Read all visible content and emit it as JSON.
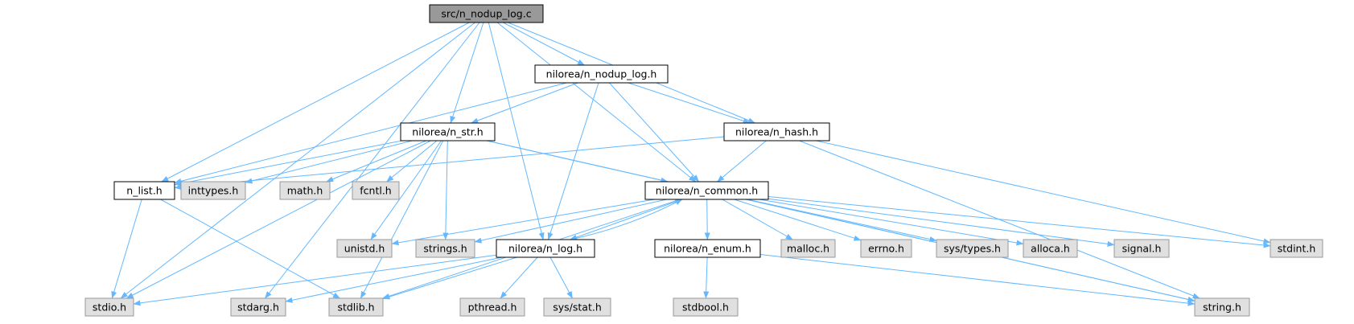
{
  "colors": {
    "edge": "#63b8ff",
    "root_fill": "#999999",
    "doc_fill": "#ffffff",
    "sys_fill": "#e0e0e0",
    "doc_border": "#000000",
    "sys_border": "#999999"
  },
  "nodes": {
    "root": {
      "label": "src/n_nodup_log.c",
      "kind": "root"
    },
    "nodup_log_h": {
      "label": "nilorea/n_nodup_log.h",
      "kind": "doc"
    },
    "n_str_h": {
      "label": "nilorea/n_str.h",
      "kind": "doc"
    },
    "n_hash_h": {
      "label": "nilorea/n_hash.h",
      "kind": "doc"
    },
    "n_list_h": {
      "label": "n_list.h",
      "kind": "doc"
    },
    "inttypes_h": {
      "label": "inttypes.h",
      "kind": "sys"
    },
    "math_h": {
      "label": "math.h",
      "kind": "sys"
    },
    "fcntl_h": {
      "label": "fcntl.h",
      "kind": "sys"
    },
    "n_common_h": {
      "label": "nilorea/n_common.h",
      "kind": "doc"
    },
    "unistd_h": {
      "label": "unistd.h",
      "kind": "sys"
    },
    "strings_h": {
      "label": "strings.h",
      "kind": "sys"
    },
    "n_log_h": {
      "label": "nilorea/n_log.h",
      "kind": "doc"
    },
    "n_enum_h": {
      "label": "nilorea/n_enum.h",
      "kind": "doc"
    },
    "malloc_h": {
      "label": "malloc.h",
      "kind": "sys"
    },
    "errno_h": {
      "label": "errno.h",
      "kind": "sys"
    },
    "sys_types_h": {
      "label": "sys/types.h",
      "kind": "sys"
    },
    "alloca_h": {
      "label": "alloca.h",
      "kind": "sys"
    },
    "signal_h": {
      "label": "signal.h",
      "kind": "sys"
    },
    "stdint_h": {
      "label": "stdint.h",
      "kind": "sys"
    },
    "stdio_h": {
      "label": "stdio.h",
      "kind": "sys"
    },
    "stdarg_h": {
      "label": "stdarg.h",
      "kind": "sys"
    },
    "stdlib_h": {
      "label": "stdlib.h",
      "kind": "sys"
    },
    "pthread_h": {
      "label": "pthread.h",
      "kind": "sys"
    },
    "sys_stat_h": {
      "label": "sys/stat.h",
      "kind": "sys"
    },
    "stdbool_h": {
      "label": "stdbool.h",
      "kind": "sys"
    },
    "string_h": {
      "label": "string.h",
      "kind": "sys"
    }
  },
  "edges": [
    [
      "root",
      "nodup_log_h"
    ],
    [
      "root",
      "n_str_h"
    ],
    [
      "root",
      "n_hash_h"
    ],
    [
      "root",
      "n_list_h"
    ],
    [
      "root",
      "n_common_h"
    ],
    [
      "root",
      "n_log_h"
    ],
    [
      "root",
      "stdio_h"
    ],
    [
      "root",
      "stdarg_h"
    ],
    [
      "nodup_log_h",
      "n_str_h"
    ],
    [
      "nodup_log_h",
      "n_hash_h"
    ],
    [
      "nodup_log_h",
      "n_list_h"
    ],
    [
      "nodup_log_h",
      "n_common_h"
    ],
    [
      "nodup_log_h",
      "n_log_h"
    ],
    [
      "n_str_h",
      "n_list_h"
    ],
    [
      "n_str_h",
      "inttypes_h"
    ],
    [
      "n_str_h",
      "math_h"
    ],
    [
      "n_str_h",
      "fcntl_h"
    ],
    [
      "n_str_h",
      "n_common_h"
    ],
    [
      "n_str_h",
      "stdio_h"
    ],
    [
      "n_str_h",
      "stdlib_h"
    ],
    [
      "n_str_h",
      "unistd_h"
    ],
    [
      "n_str_h",
      "strings_h"
    ],
    [
      "n_str_h",
      "string_h"
    ],
    [
      "n_hash_h",
      "n_list_h"
    ],
    [
      "n_hash_h",
      "n_common_h"
    ],
    [
      "n_hash_h",
      "stdint_h"
    ],
    [
      "n_hash_h",
      "string_h"
    ],
    [
      "n_list_h",
      "stdio_h"
    ],
    [
      "n_list_h",
      "stdlib_h"
    ],
    [
      "n_common_h",
      "unistd_h"
    ],
    [
      "n_common_h",
      "strings_h"
    ],
    [
      "n_common_h",
      "n_log_h"
    ],
    [
      "n_common_h",
      "n_enum_h"
    ],
    [
      "n_common_h",
      "malloc_h"
    ],
    [
      "n_common_h",
      "errno_h"
    ],
    [
      "n_common_h",
      "sys_types_h"
    ],
    [
      "n_common_h",
      "alloca_h"
    ],
    [
      "n_common_h",
      "signal_h"
    ],
    [
      "n_common_h",
      "stdint_h"
    ],
    [
      "n_common_h",
      "string_h"
    ],
    [
      "n_common_h",
      "stdlib_h"
    ],
    [
      "n_log_h",
      "n_common_h"
    ],
    [
      "n_log_h",
      "stdio_h"
    ],
    [
      "n_log_h",
      "stdarg_h"
    ],
    [
      "n_log_h",
      "stdlib_h"
    ],
    [
      "n_log_h",
      "pthread_h"
    ],
    [
      "n_log_h",
      "sys_stat_h"
    ],
    [
      "n_enum_h",
      "stdbool_h"
    ],
    [
      "n_enum_h",
      "string_h"
    ]
  ]
}
